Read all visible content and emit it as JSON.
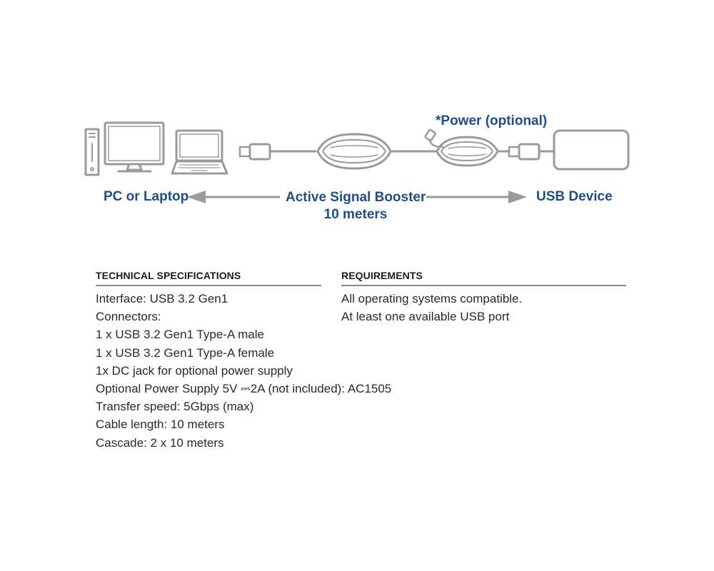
{
  "diagram": {
    "power_label": "*Power (optional)",
    "pc_label": "PC or Laptop",
    "booster_line1": "Active Signal Booster",
    "booster_line2": "10 meters",
    "usb_device_label": "USB Device",
    "label_color": "#1f4e8c",
    "line_color": "#9a9a9a",
    "icons": [
      "desktop-tower-icon",
      "monitor-icon",
      "laptop-icon",
      "usb-plug-icon",
      "signal-booster-icon",
      "dc-power-plug-icon",
      "usb-device-icon",
      "arrow-left-icon",
      "arrow-right-icon"
    ]
  },
  "specs": {
    "heading": "TECHNICAL SPECIFICATIONS",
    "items": [
      "Interface: USB 3.2 Gen1",
      "Connectors:",
      "1 x USB 3.2 Gen1 Type-A male",
      "1 x USB 3.2 Gen1 Type-A female",
      "1x DC jack for optional power supply",
      "Optional Power Supply 5V ⎓2A (not included): AC1505",
      "Transfer speed: 5Gbps (max)",
      "Cable length: 10 meters",
      "Cascade: 2 x 10 meters"
    ]
  },
  "requirements": {
    "heading": "REQUIREMENTS",
    "items": [
      "All operating systems compatible.",
      "At least one available USB port"
    ]
  }
}
